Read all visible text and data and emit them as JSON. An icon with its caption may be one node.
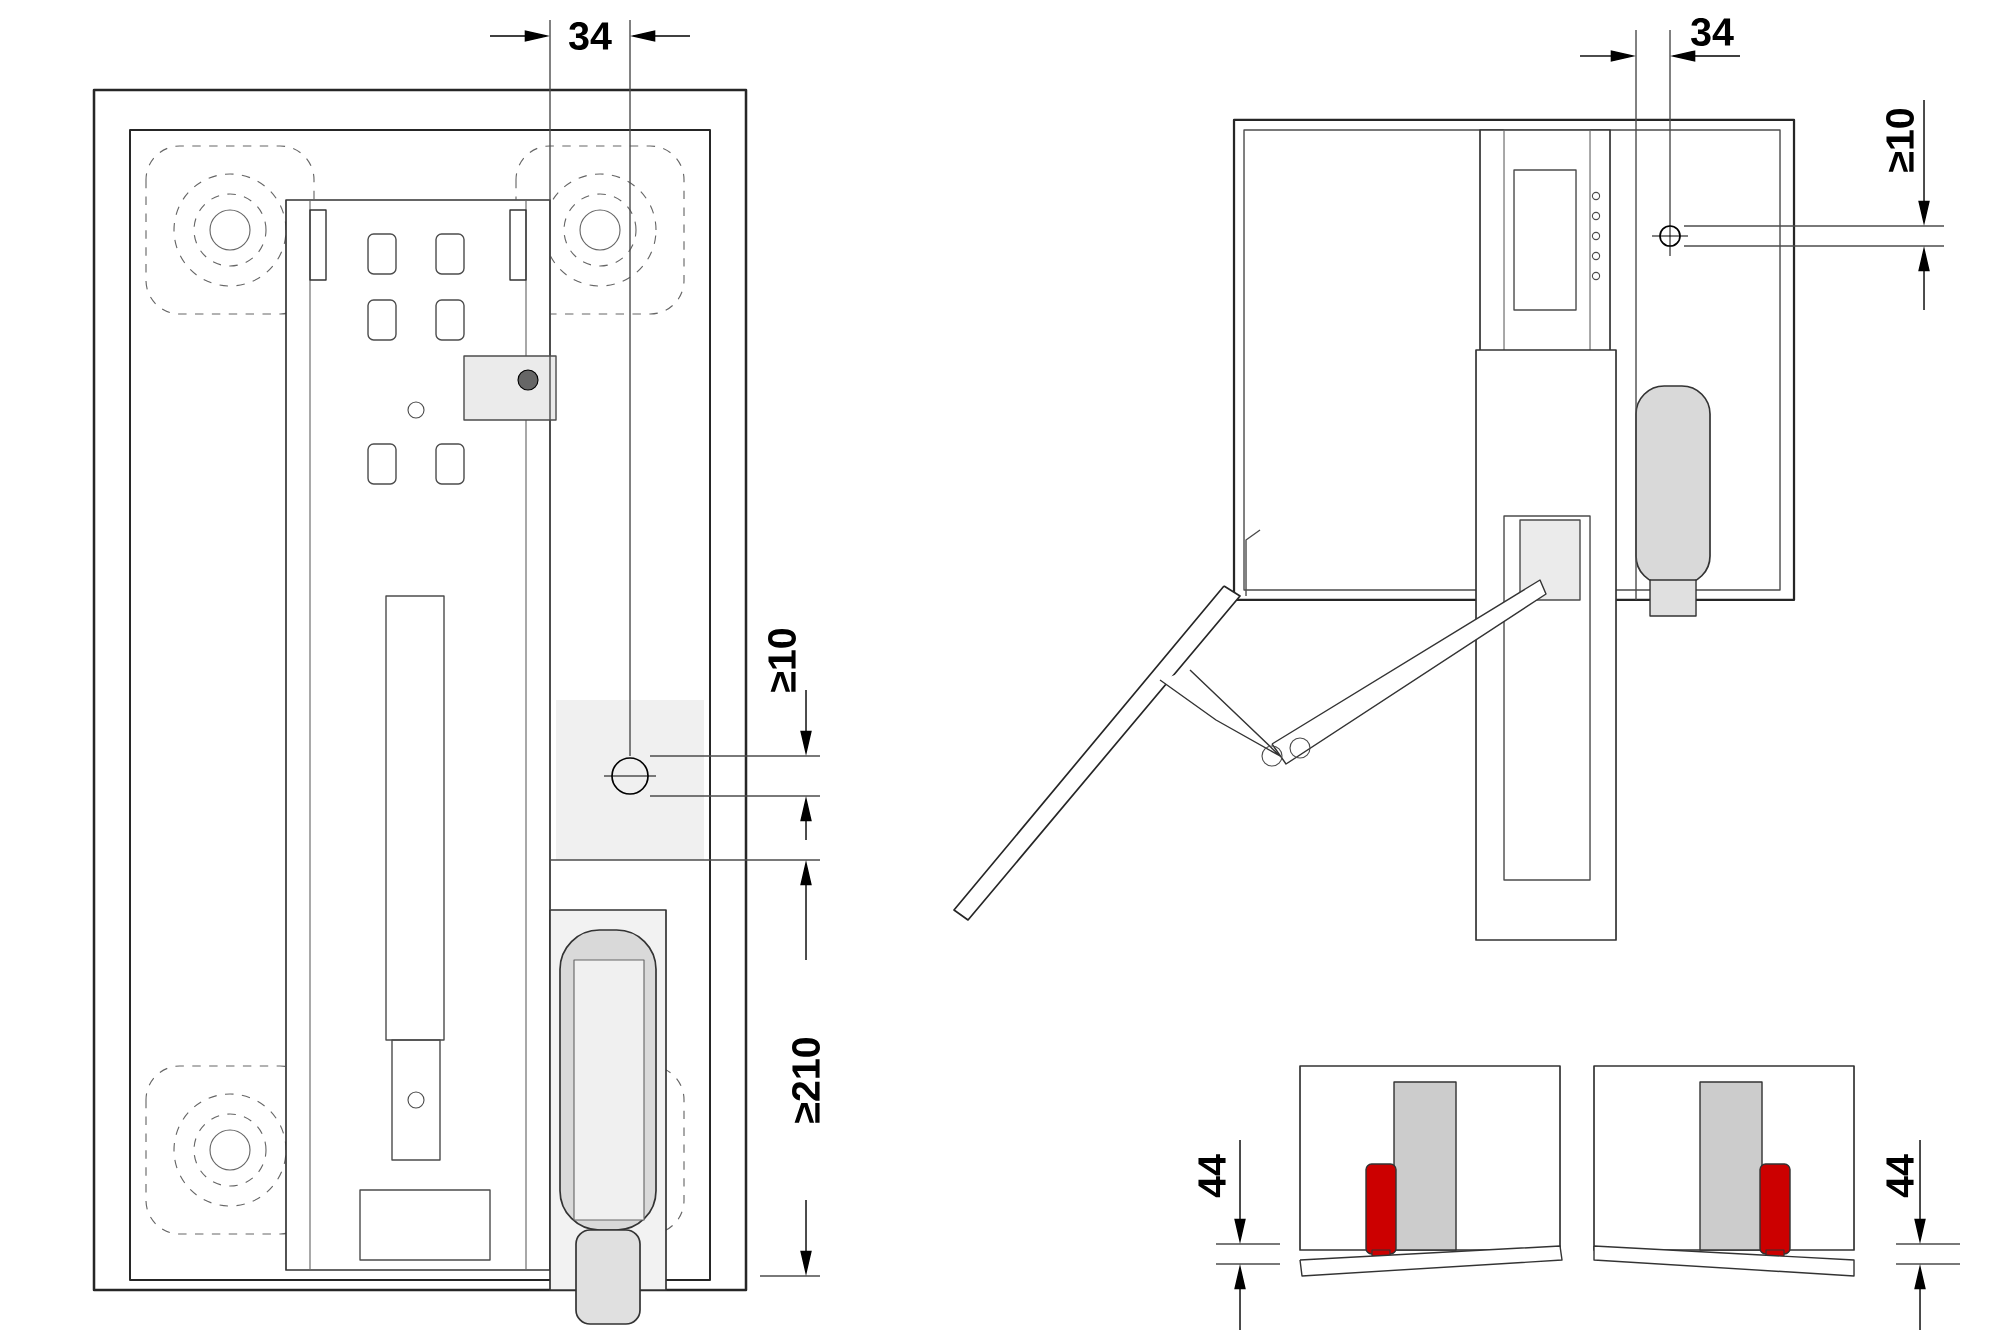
{
  "diagram": {
    "labels": [
      "34",
      "≥10",
      "≥210",
      "34",
      "≥10",
      "44",
      "44"
    ]
  }
}
